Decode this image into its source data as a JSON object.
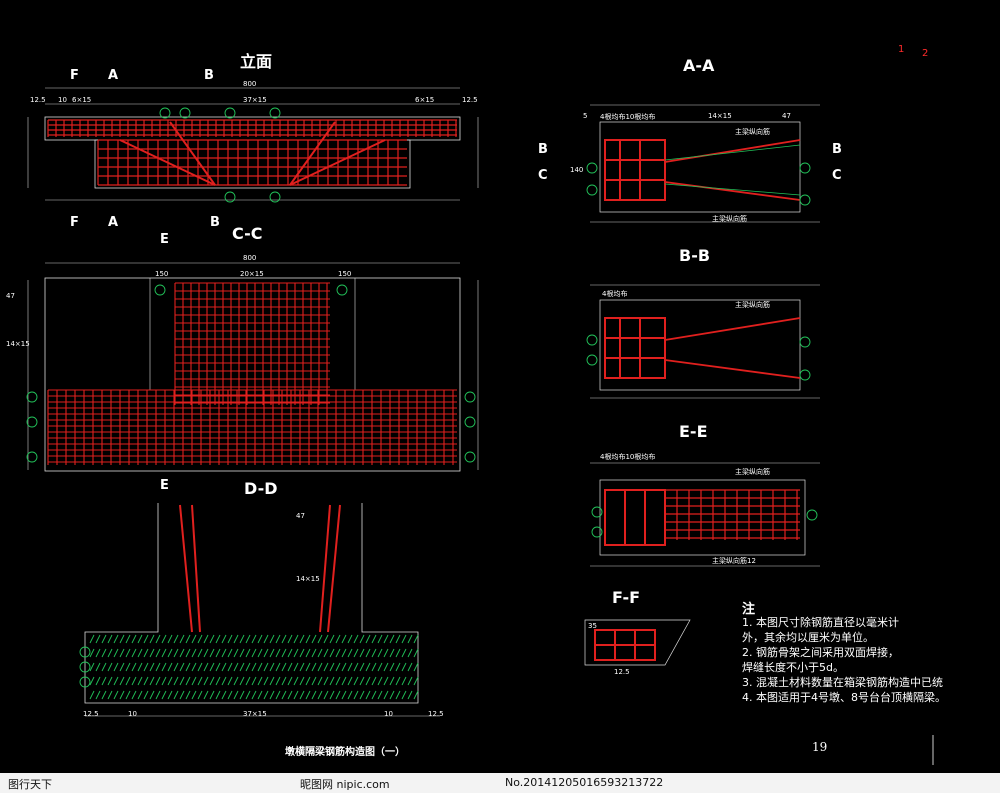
{
  "views": {
    "elevation": {
      "title": "立面",
      "mark_F": "F",
      "mark_A": "A",
      "mark_B": "B",
      "dim_total": "800",
      "dim_12_5": "12.5",
      "dim_10": "10",
      "dim_6x15": "6×15",
      "dim_37x15": "37×15"
    },
    "cc": {
      "title": "C-C",
      "mark_E": "E",
      "dim_total": "800",
      "dim_150": "150",
      "dim_mid": "20×15",
      "dim_47": "47",
      "dim_14x15": "14×15"
    },
    "dd": {
      "title": "D-D",
      "dim_47": "47",
      "dim_14x15": "14×15",
      "dim_12_5": "12.5",
      "dim_10": "10",
      "dim_37x15": "37×15"
    },
    "aa": {
      "title": "A-A",
      "dim_5": "5",
      "dim_14x15": "14×15",
      "dim_47": "47",
      "dim_140": "140",
      "top_note": "4根均布10根均布",
      "label_main_top": "主梁纵向筋",
      "label_main_bot": "主梁纵向筋",
      "mark_B": "B",
      "mark_C": "C"
    },
    "bb": {
      "title": "B-B",
      "top_note": "4根均布",
      "label_main": "主梁纵向筋"
    },
    "ee": {
      "title": "E-E",
      "top_note": "4根均布10根均布",
      "label_main_top": "主梁纵向筋",
      "label_main_bot": "主梁纵向筋12"
    },
    "ff": {
      "title": "F-F",
      "dim_35": "35",
      "dim_12_5": "12.5"
    }
  },
  "notes": {
    "heading": "注",
    "items": [
      "1. 本图尺寸除钢筋直径以毫米计",
      "   外，其余均以厘米为单位。",
      "2. 钢筋骨架之间采用双面焊接，",
      "   焊缝长度不小于5d。",
      "3. 混凝土材料数量在箱梁钢筋构造中已统",
      "4. 本图适用于4号墩、8号台台顶横隔梁。"
    ]
  },
  "drawing_title": "墩横隔梁钢筋构造图（一）",
  "page_number": "19",
  "corner_marks": [
    "1",
    "2"
  ],
  "footer": {
    "site": "昵图网 nipic.com",
    "watermark": "图行天下",
    "id": "No.20141205016593213722"
  }
}
